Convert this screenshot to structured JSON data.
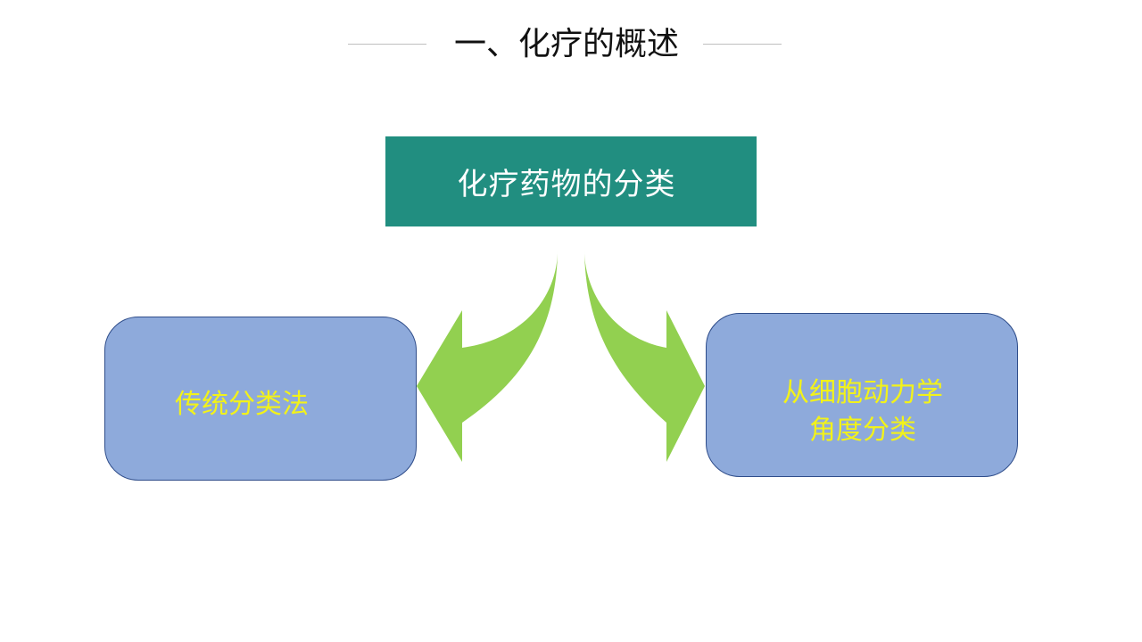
{
  "slide": {
    "title": "一、化疗的概述"
  },
  "diagram": {
    "root": "化疗药物的分类",
    "left_branch": "传统分类法",
    "right_branch_line1": "从细胞动力学",
    "right_branch_line2": "角度分类"
  },
  "colors": {
    "root_fill": "#218e80",
    "branch_fill": "#8eaadb",
    "branch_border": "#2f4d8a",
    "branch_text": "#f2f21a",
    "arrow_fill": "#92d050"
  }
}
